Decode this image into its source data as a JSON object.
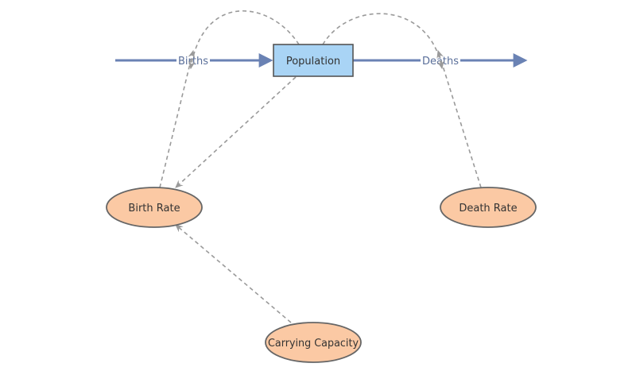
{
  "diagram": {
    "stock": {
      "label": "Population"
    },
    "flows": {
      "inflow": {
        "label": "Births"
      },
      "outflow": {
        "label": "Deaths"
      }
    },
    "variables": {
      "birth_rate": {
        "label": "Birth Rate"
      },
      "death_rate": {
        "label": "Death Rate"
      },
      "carrying_capacity": {
        "label": "Carrying Capacity"
      }
    },
    "colors": {
      "stock_fill": "#a9d4f5",
      "stock_stroke": "#555555",
      "variable_fill": "#fbc9a4",
      "variable_stroke": "#666666",
      "flow": "#6a82b4",
      "link": "#9a9a9a"
    }
  }
}
